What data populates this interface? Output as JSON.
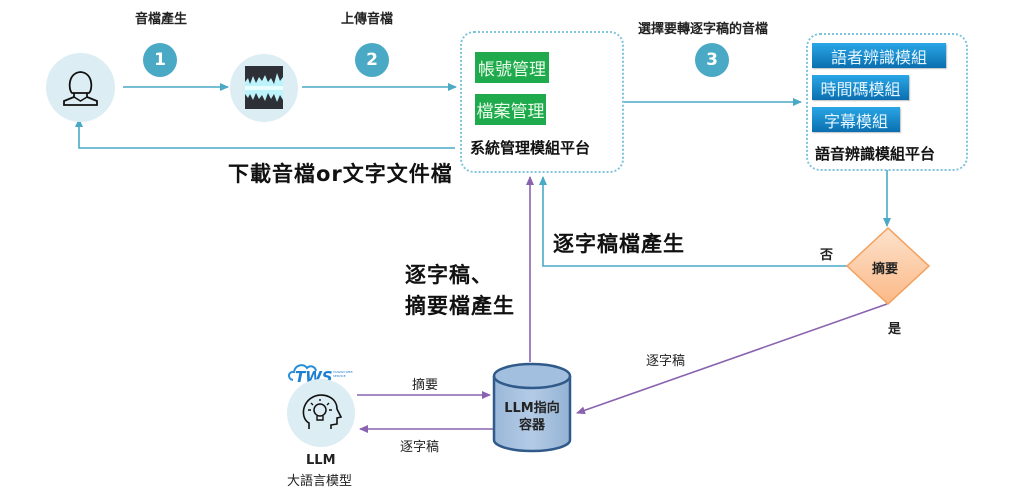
{
  "steps": {
    "step1": {
      "number": "1",
      "label": "音檔產生"
    },
    "step2": {
      "number": "2",
      "label": "上傳音檔"
    },
    "step3": {
      "number": "3",
      "label": "選擇要轉逐字稿的音檔"
    }
  },
  "nodes": {
    "user": {
      "icon": "user-icon"
    },
    "audio": {
      "icon": "audio-waveform-icon"
    },
    "system_platform": {
      "title": "系統管理模組平台",
      "modules": [
        "帳號管理",
        "檔案管理"
      ]
    },
    "speech_platform": {
      "title": "語音辨識模組平台",
      "modules": [
        "語者辨識模組",
        "時間碼模組",
        "字幕模組"
      ]
    },
    "decision": {
      "label": "摘要",
      "no_label": "否",
      "yes_label": "是"
    },
    "container": {
      "line1": "LLM指向",
      "line2": "容器"
    },
    "llm": {
      "brand": "TWS",
      "brand_sub": "TAIWAN WEB SERVICE",
      "line1": "LLM",
      "line2": "大語言模型"
    }
  },
  "edges": {
    "download_label": "下載音檔or文字文件檔",
    "transcript_generated": "逐字稿檔產生",
    "transcript_summary_line1": "逐字稿、",
    "transcript_summary_line2": "摘要檔產生",
    "yes_to_container": "逐字稿",
    "llm_to_container": "摘要",
    "container_to_llm": "逐字稿"
  },
  "colors": {
    "teal": "#4aa9c5",
    "purple": "#8a63b0",
    "green": "#1faa4d",
    "blue": "#1f8fd4",
    "diamond": "#fbc59a",
    "cylinder": "#a9c3e0"
  }
}
